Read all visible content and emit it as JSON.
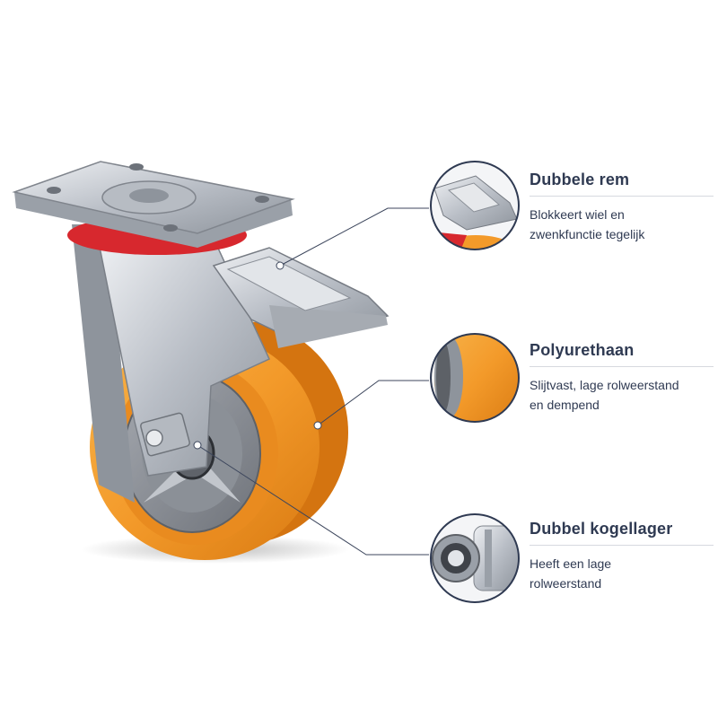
{
  "colors": {
    "accent_navy": "#2f3a52",
    "tread_orange": "#f39a2a",
    "seal_red": "#d7282e",
    "steel": "#c9cdd3"
  },
  "features": [
    {
      "icon": "brake-detail-icon",
      "title": "Dubbele rem",
      "description_lines": [
        "Blokkeert wiel en",
        "zwenkfunctie tegelijk"
      ]
    },
    {
      "icon": "tread-detail-icon",
      "title": "Polyurethaan",
      "description_lines": [
        "Slijtvast, lage rolweerstand",
        "en dempend"
      ]
    },
    {
      "icon": "bearing-detail-icon",
      "title": "Dubbel kogellager",
      "description_lines": [
        "Heeft een lage",
        "rolweerstand"
      ]
    }
  ]
}
